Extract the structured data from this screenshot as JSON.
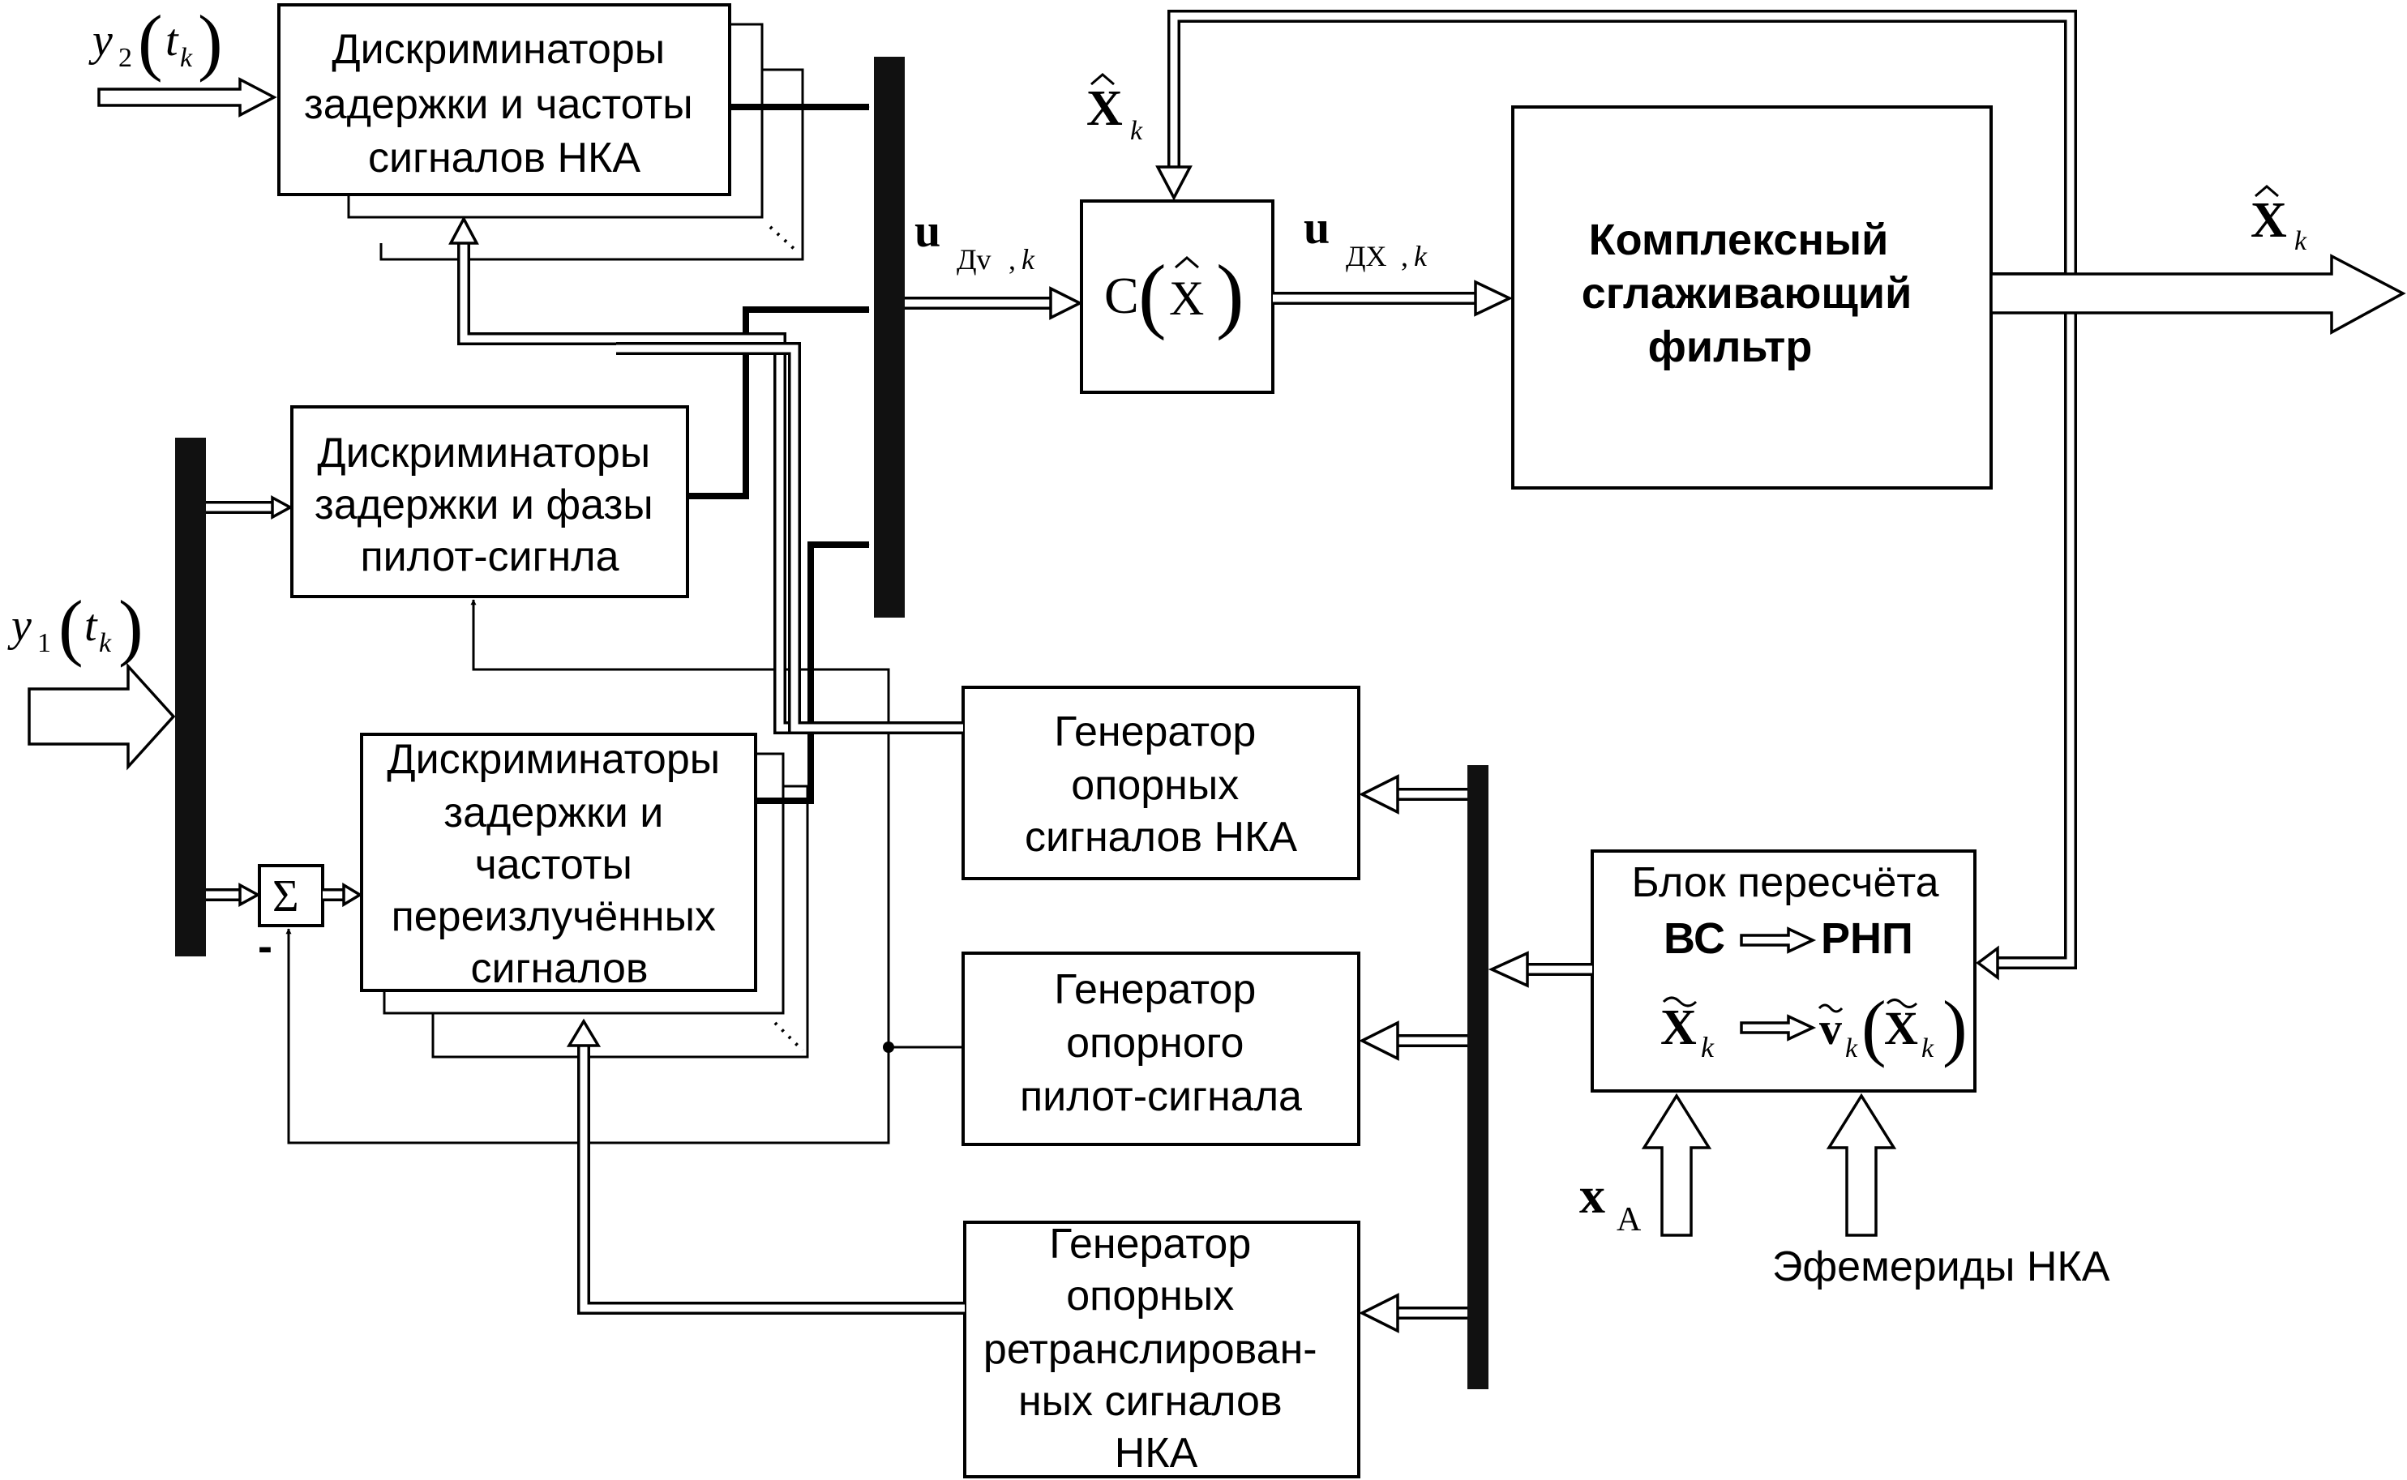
{
  "blocks": {
    "disc_nka": [
      "Дискриминаторы",
      "задержки и частоты",
      "сигналов НКА"
    ],
    "disc_pilot": [
      "Дискриминаторы",
      "задержки и фазы",
      "пилот-сигнла"
    ],
    "disc_relay": [
      "Дискриминаторы",
      "задержки и",
      "частоты",
      "переизлучённых",
      "сигналов"
    ],
    "gen_nka": [
      "Генератор",
      "опорных",
      "сигналов НКА"
    ],
    "gen_pilot": [
      "Генератор",
      "опорного",
      "пилот-сигнала"
    ],
    "gen_relay": [
      "Генератор",
      "опорных",
      "ретранслирован-",
      "ных сигналов",
      "НКА"
    ],
    "filter": [
      "Комплексный",
      "сглаживающий",
      "фильтр"
    ],
    "recalc_title": "Блок пересчёта",
    "recalc_left": "ВС",
    "recalc_right": "РНП",
    "c_block": "C"
  },
  "labels": {
    "y2": "y",
    "y2_sub": "2",
    "y1": "y",
    "y1_sub": "1",
    "t": "t",
    "k": "k",
    "X": "X",
    "u": "u",
    "u_nu_sub": "Дv",
    "u_x_sub": "ДX",
    "v": "v",
    "xa": "x",
    "xa_sub": "A",
    "ephemeris": "Эфемериды НКА",
    "sigma": "Σ",
    "minus": "-"
  }
}
